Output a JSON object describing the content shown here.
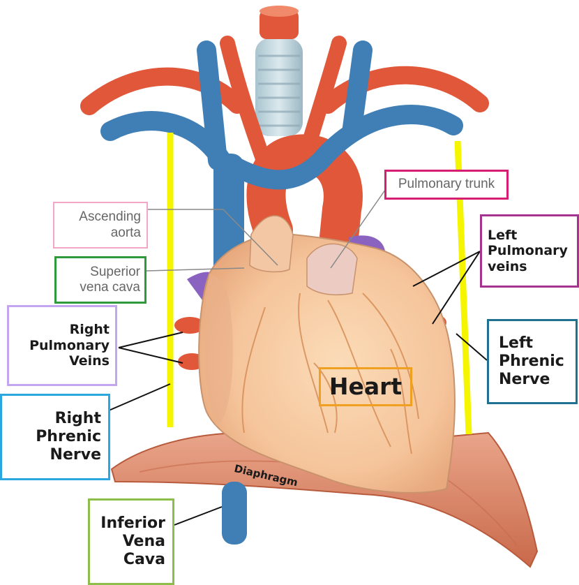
{
  "labels": {
    "ascending_aorta": "Ascending\naorta",
    "superior_vena_cava": "Superior\nvena cava",
    "pulmonary_trunk": "Pulmonary trunk",
    "left_pulmonary_veins": "Left\nPulmonary\nveins",
    "right_pulmonary_veins": "Right\nPulmonary\nVeins",
    "right_phrenic_nerve": "Right\nPhrenic\nNerve",
    "left_phrenic_nerve": "Left\nPhrenic\nNerve",
    "heart": "Heart",
    "diaphragm": "Diaphragm",
    "inferior_vena_cava": "Inferior\nVena\nCava"
  },
  "colors": {
    "ascending_aorta_border": "#f4a6c6",
    "superior_vena_cava_border": "#2e9a3c",
    "pulmonary_trunk_border": "#d61f72",
    "left_pulmonary_veins_border": "#a6348e",
    "right_pulmonary_veins_border": "#c4a5f0",
    "right_phrenic_nerve_border": "#2aa7de",
    "left_phrenic_nerve_border": "#1f7192",
    "heart_border": "#f0a020",
    "inferior_vena_cava_border": "#8cbf4a",
    "phrenic_nerve": "#f5f500",
    "artery": "#e0573a",
    "vein": "#3f7fb6",
    "pulmonary_vein": "#8a62c0",
    "heart_fill": "#f7c9a0",
    "diaphragm_fill": "#dd8a68"
  }
}
